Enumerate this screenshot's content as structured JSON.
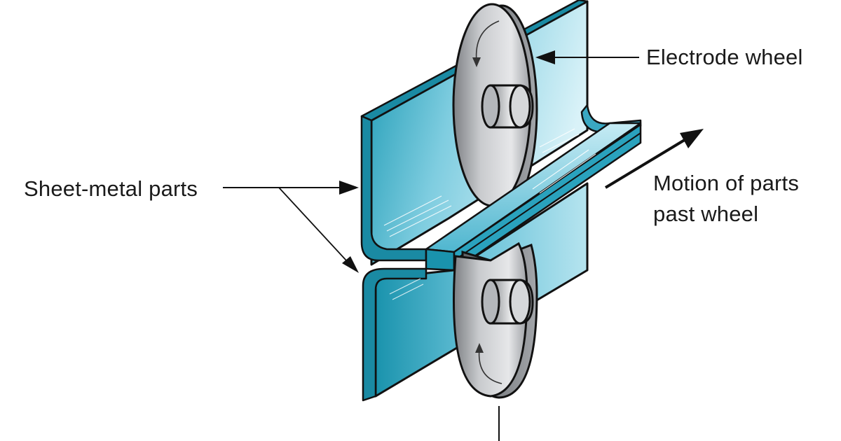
{
  "labels": {
    "electrode_wheel": "Electrode wheel",
    "sheet_metal_parts": "Sheet-metal parts",
    "motion_line1": "Motion of parts",
    "motion_line2": "past wheel"
  },
  "colors": {
    "sheet_teal": "#1796b0",
    "sheet_light": "#bfe8f2",
    "wheel_gray": "#a9acb0",
    "wheel_light": "#e4e6e8",
    "outline": "#111111",
    "text": "#1a1a1a"
  },
  "icons": [
    "arrow-icon",
    "rotation-arrow-icon"
  ]
}
